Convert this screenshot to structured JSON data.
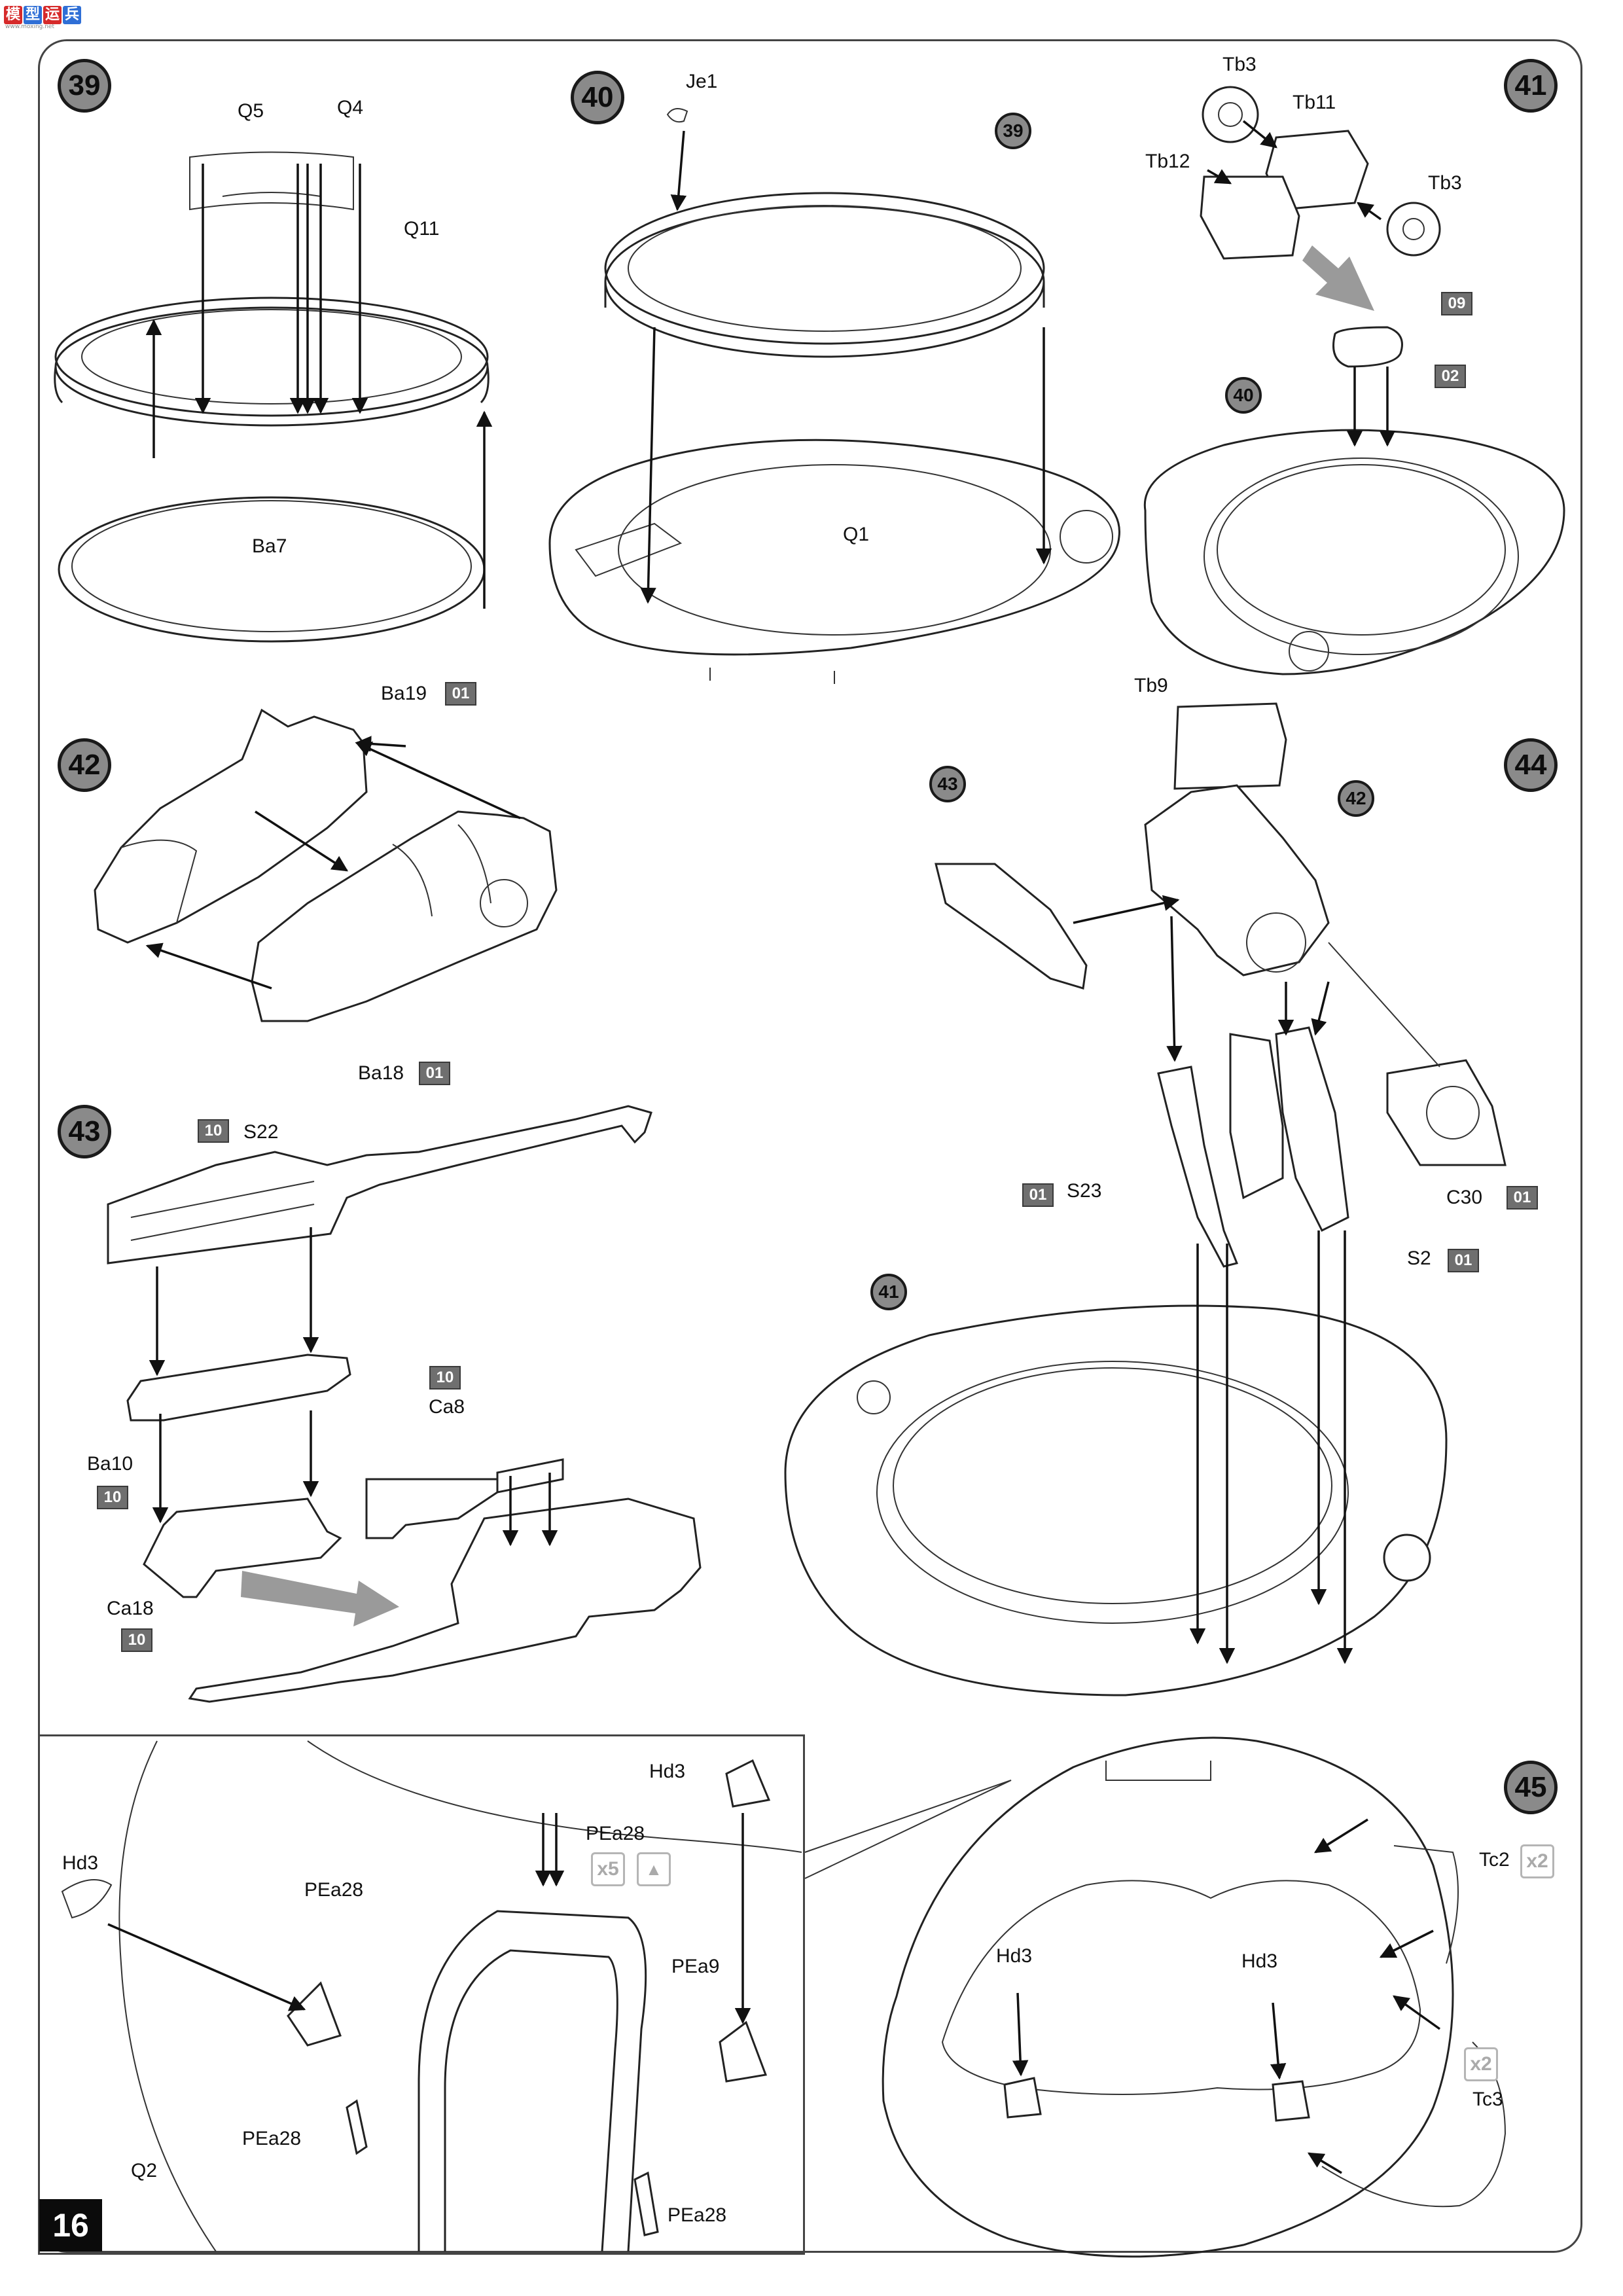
{
  "watermark": {
    "chars": [
      "模",
      "型",
      "运",
      "兵"
    ],
    "sub": "www.moxing.net"
  },
  "page_number": "16",
  "steps": [
    "39",
    "40",
    "41",
    "42",
    "43",
    "44",
    "45"
  ],
  "refs": {
    "s40_39": "39",
    "s41_40": "40",
    "s44_43": "43",
    "s44_42": "42",
    "s44_41": "41"
  },
  "labels": {
    "q5": "Q5",
    "q4": "Q4",
    "q11": "Q11",
    "ba7": "Ba7",
    "je1": "Je1",
    "q1": "Q1",
    "tb3a": "Tb3",
    "tb11": "Tb11",
    "tb12": "Tb12",
    "tb3b": "Tb3",
    "ba19": "Ba19",
    "ba18": "Ba18",
    "s22": "S22",
    "ca8": "Ca8",
    "ba10": "Ba10",
    "ca18": "Ca18",
    "tb9": "Tb9",
    "s23": "S23",
    "c30": "C30",
    "s2": "S2",
    "hd3_inset_left": "Hd3",
    "pea28_a": "PEa28",
    "pea28_b": "PEa28",
    "hd3_inset_right": "Hd3",
    "pea9": "PEa9",
    "pea28_c": "PEa28",
    "pea28_d": "PEa28",
    "q2": "Q2",
    "hd3_45a": "Hd3",
    "hd3_45b": "Hd3",
    "tc2": "Tc2",
    "tc3": "Tc3"
  },
  "chips": {
    "s41_09": "09",
    "s41_02": "02",
    "s42_ba19": "01",
    "s42_ba18": "01",
    "s43_s22": "10",
    "s43_ca8": "10",
    "s43_ba10": "10",
    "s43_ca18": "10",
    "s44_s23": "01",
    "s44_c30": "01",
    "s44_s2": "01"
  },
  "multipliers": {
    "pea28": "x5",
    "tc2": "x2",
    "tc3": "x2"
  }
}
